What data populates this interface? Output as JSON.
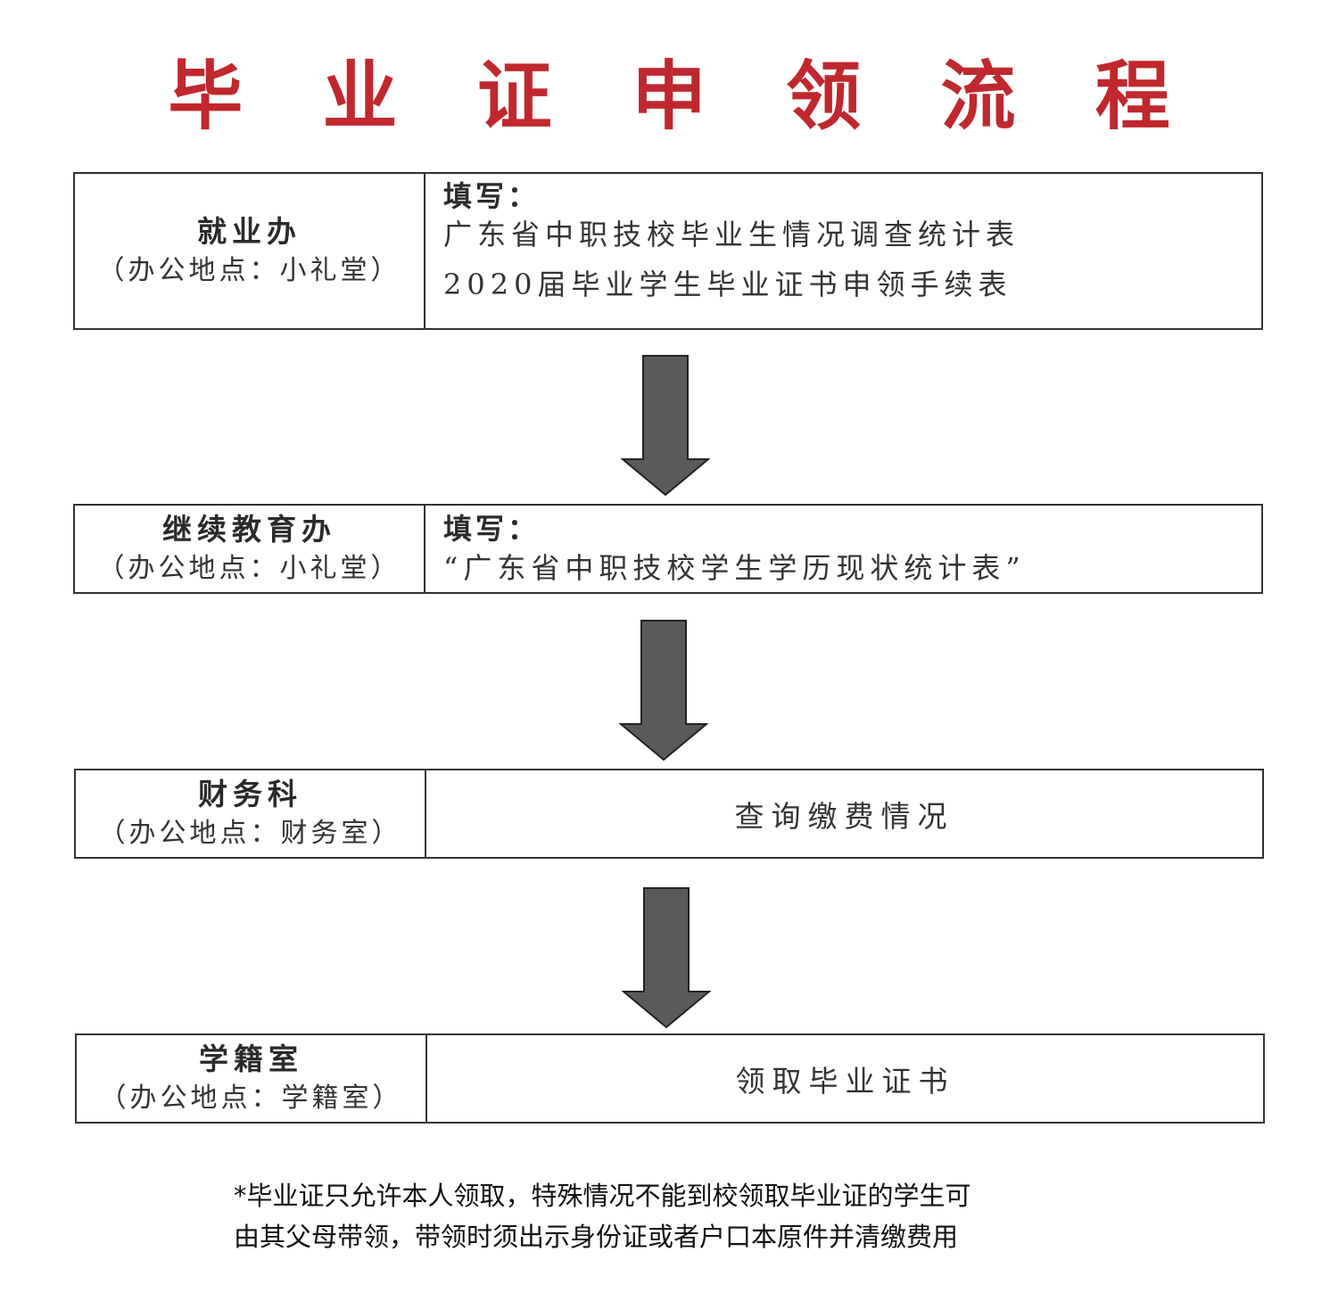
{
  "title": "毕 业 证 申 领 流 程",
  "steps": [
    {
      "dept": "就业办",
      "location": "（办公地点：小礼堂）",
      "fill_label": "填写：",
      "lines": [
        "广东省中职技校毕业生情况调查统计表",
        "2020届毕业学生毕业证书申领手续表"
      ]
    },
    {
      "dept": "继续教育办",
      "location": "（办公地点：小礼堂）",
      "fill_label": "填写：",
      "lines": [
        "“广东省中职技校学生学历现状统计表”"
      ]
    },
    {
      "dept": "财务科",
      "location": "（办公地点：财务室）",
      "action": "查询缴费情况"
    },
    {
      "dept": "学籍室",
      "location": "（办公地点：学籍室）",
      "action": "领取毕业证书"
    }
  ],
  "note": {
    "line1": "*毕业证只允许本人领取，特殊情况不能到校领取毕业证的学生可",
    "line2": "由其父母带领，带领时须出示身份证或者户口本原件并清缴费用"
  },
  "colors": {
    "title": "#c0282d",
    "arrow": "#5a5a5a"
  }
}
